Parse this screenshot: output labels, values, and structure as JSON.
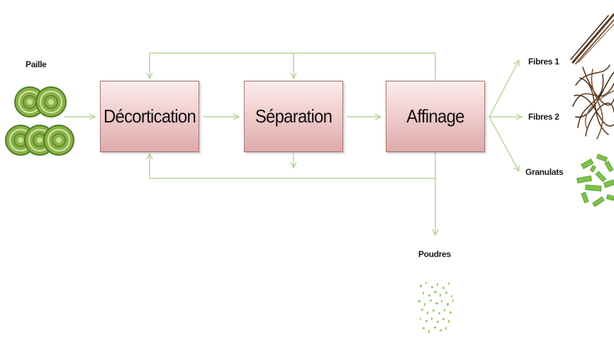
{
  "diagram": {
    "input": {
      "label": "Paille"
    },
    "steps": [
      {
        "label": "Décortication"
      },
      {
        "label": "Séparation"
      },
      {
        "label": "Affinage"
      }
    ],
    "outputs": [
      {
        "label": "Fibres 1"
      },
      {
        "label": "Fibres 2"
      },
      {
        "label": "Granulats"
      },
      {
        "label": "Poudres"
      }
    ],
    "colors": {
      "arrow": "#b5d59a",
      "straw": "#8ab04a",
      "straw_dark": "#4e7e1e",
      "fiber": "#5a3820",
      "granulate": "#7cc24a",
      "box_border": "#9f6b6b"
    }
  }
}
